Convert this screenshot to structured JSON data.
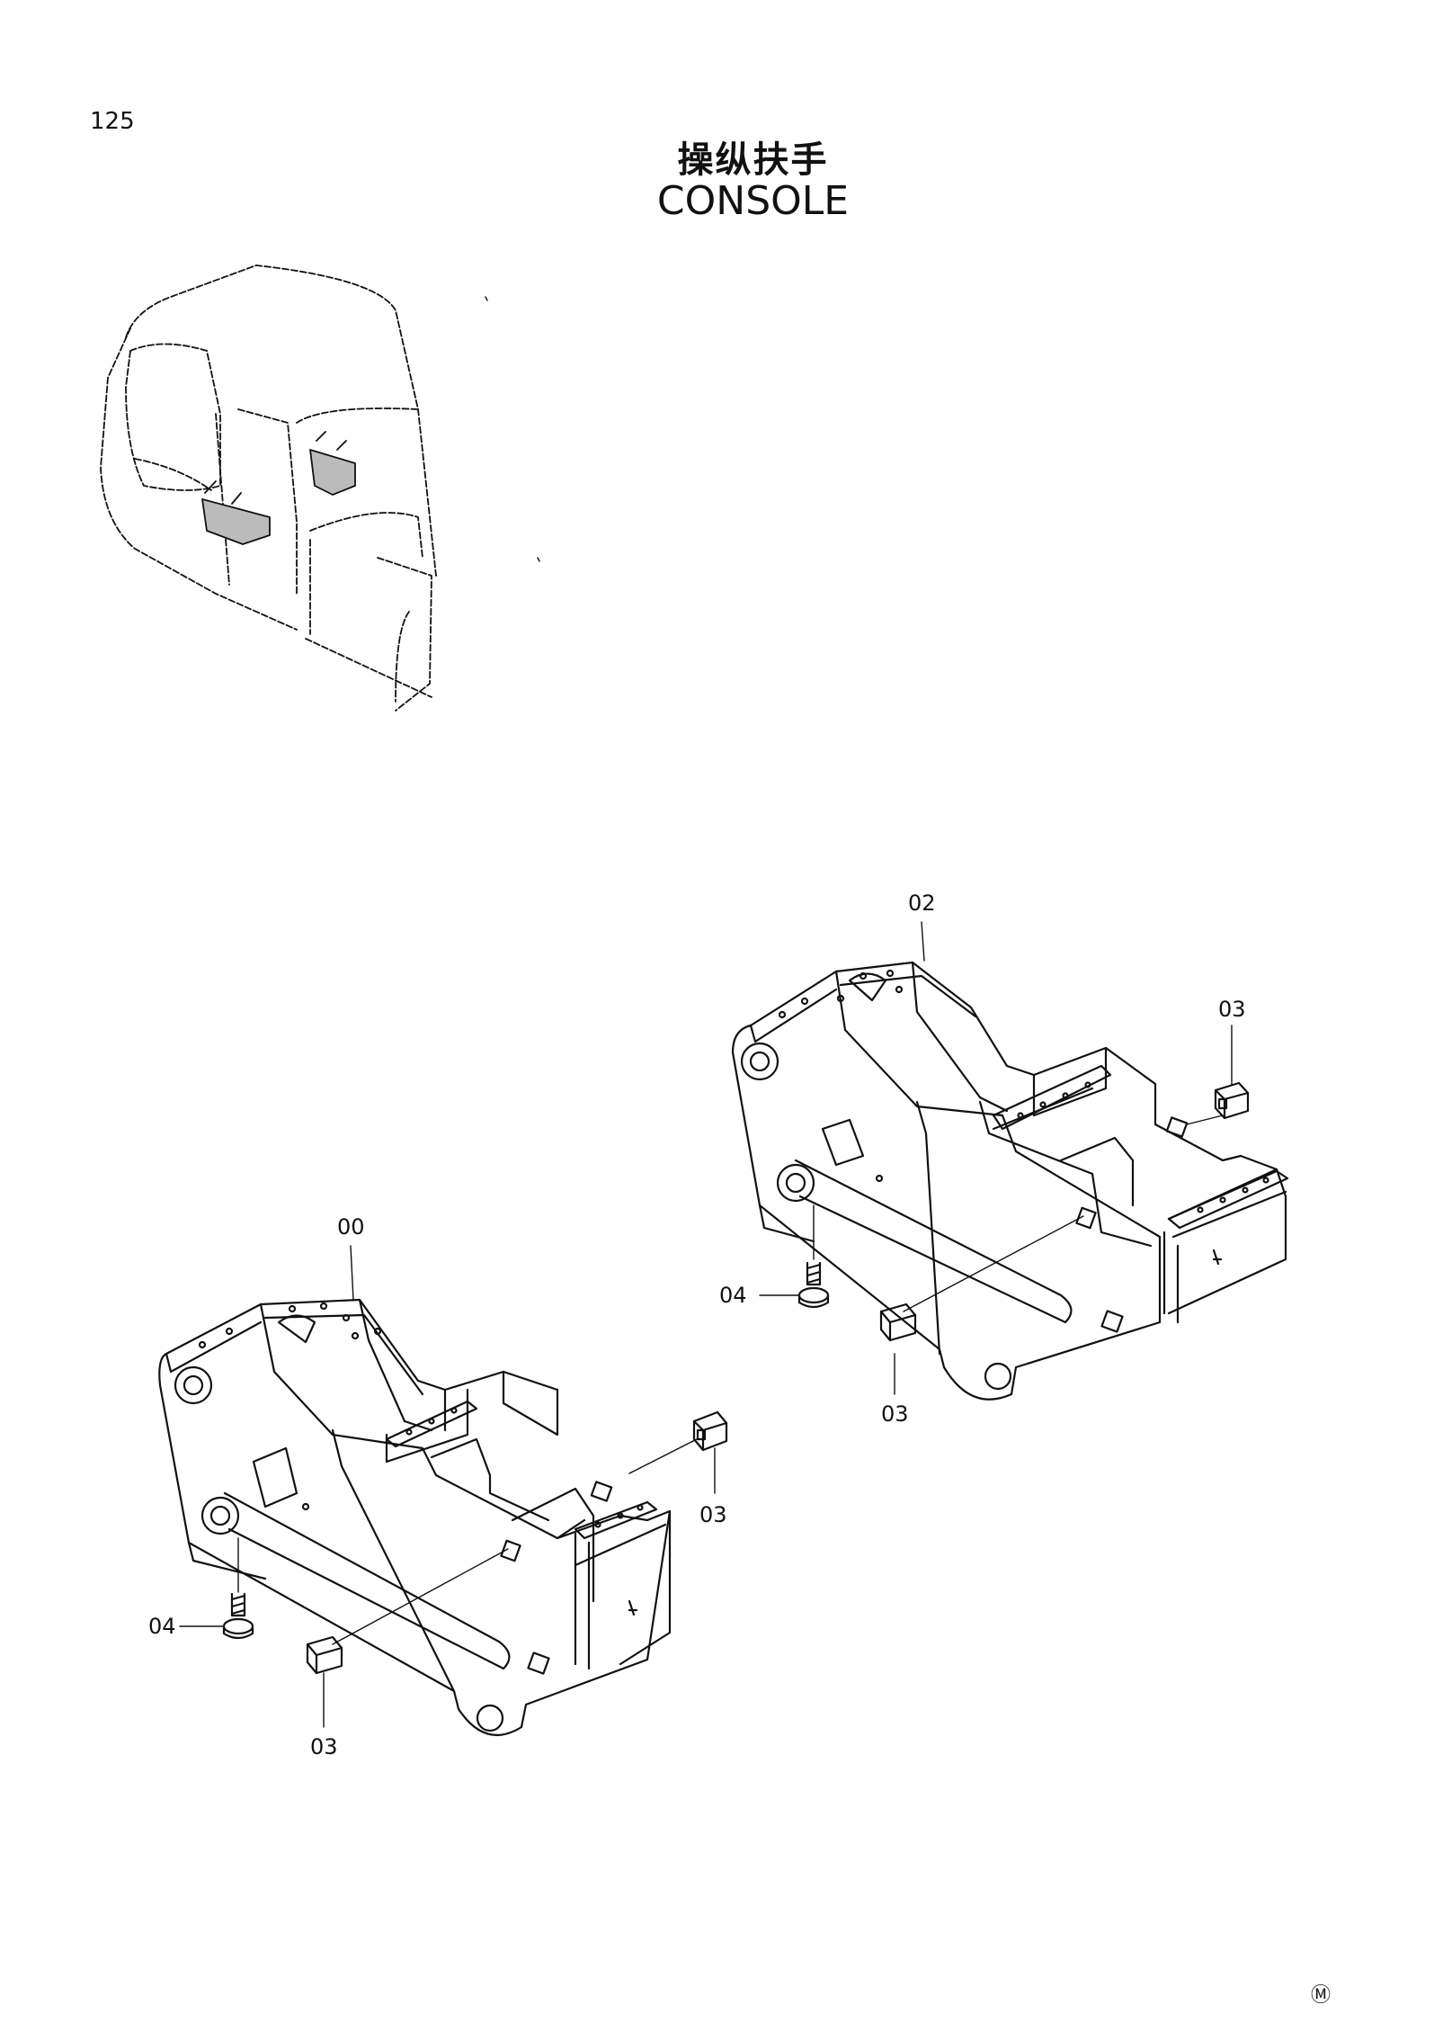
{
  "page_number": "125",
  "title_cn": "操纵扶手",
  "title_en": "CONSOLE",
  "manufacturer_mark": "Ⓜ",
  "callouts": {
    "c02": "02",
    "c03_top_right": "03",
    "c04_right": "04",
    "c03_right_bottom": "03",
    "c00": "00",
    "c03_left_right": "03",
    "c04_left": "04",
    "c03_left_bottom": "03"
  }
}
